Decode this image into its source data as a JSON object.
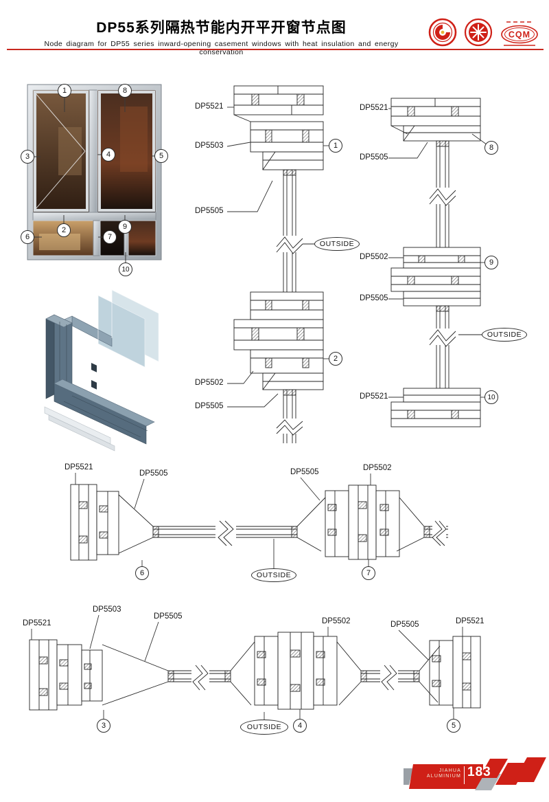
{
  "header": {
    "title": "DP55系列隔热节能内开平开窗节点图",
    "subtitle": "Node diagram for DP55 series inward-opening casement windows with heat insulation and energy conservation",
    "cqm": "CQM"
  },
  "elevation": {
    "callouts": [
      "1",
      "8",
      "3",
      "4",
      "5",
      "6",
      "2",
      "7",
      "9",
      "10"
    ]
  },
  "sections": {
    "v1": {
      "labels": [
        "DP5521",
        "DP5503",
        "DP5505",
        "DP5502",
        "DP5505"
      ],
      "callouts": [
        "1",
        "2"
      ],
      "outside": "OUTSIDE"
    },
    "v2": {
      "labels": [
        "DP5521",
        "DP5505",
        "DP5502",
        "DP5505",
        "DP5521"
      ],
      "callouts": [
        "8",
        "9",
        "10"
      ],
      "outside": "OUTSIDE"
    },
    "h1": {
      "labels": [
        "DP5521",
        "DP5505",
        "DP5505",
        "DP5502"
      ],
      "callouts": [
        "6",
        "7"
      ],
      "outside": "OUTSIDE"
    },
    "h2": {
      "labels": [
        "DP5521",
        "DP5503",
        "DP5505",
        "DP5502",
        "DP5505",
        "DP5521"
      ],
      "callouts": [
        "3",
        "4",
        "5"
      ],
      "outside": "OUTSIDE"
    }
  },
  "footer": {
    "brand_top": "JIAHUA",
    "brand_bottom": "ALUMINIUM",
    "page": "183"
  }
}
